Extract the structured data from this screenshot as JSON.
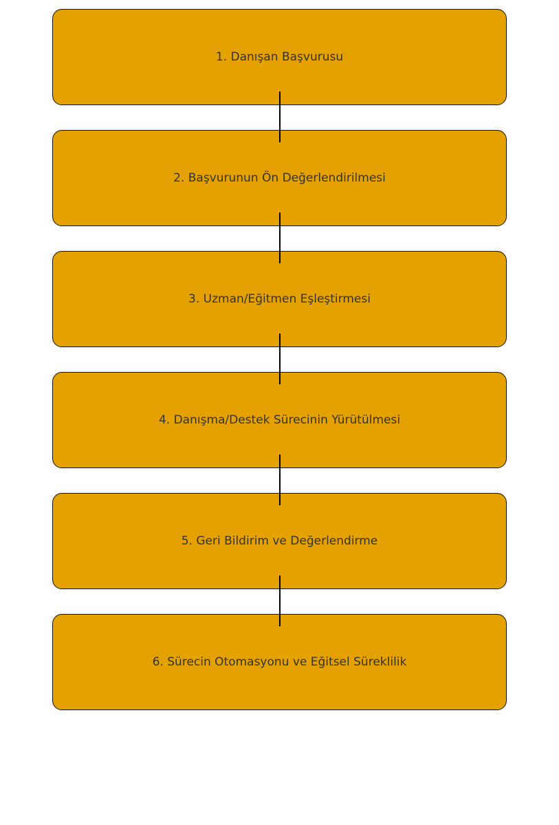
{
  "diagram": {
    "type": "flowchart",
    "direction": "top-to-bottom",
    "fill_color": "#E5A100",
    "steps": [
      {
        "label": "1. Danışan Başvurusu"
      },
      {
        "label": "2. Başvurunun Ön Değerlendirilmesi"
      },
      {
        "label": "3. Uzman/Eğitmen Eşleştirmesi"
      },
      {
        "label": "4. Danışma/Destek Sürecinin Yürütülmesi"
      },
      {
        "label": "5. Geri Bildirim ve Değerlendirme"
      },
      {
        "label": "6. Sürecin Otomasyonu ve Eğitsel Süreklilik"
      }
    ]
  }
}
